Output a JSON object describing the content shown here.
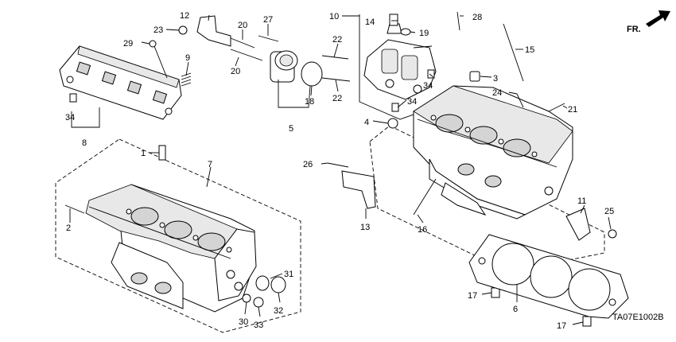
{
  "diagram": {
    "direction_label": "FR.",
    "diagram_code": "TA07E1002B",
    "callouts": [
      "1",
      "2",
      "3",
      "4",
      "5",
      "6",
      "7",
      "8",
      "9",
      "10",
      "11",
      "12",
      "13",
      "14",
      "15",
      "16",
      "17",
      "18",
      "19",
      "20",
      "21",
      "22",
      "23",
      "24",
      "25",
      "26",
      "27",
      "28",
      "29",
      "30",
      "31",
      "32",
      "33",
      "34"
    ]
  }
}
